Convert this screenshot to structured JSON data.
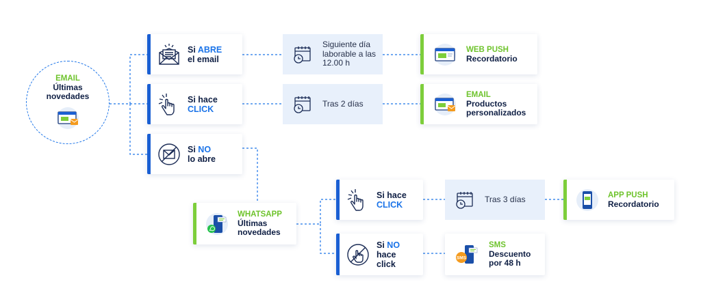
{
  "start": {
    "label": "EMAIL",
    "title": "Últimas novedades"
  },
  "branches": {
    "opens": {
      "prefix": "Si",
      "keyword": "ABRE",
      "suffix": "el email"
    },
    "clicks": {
      "prefix": "Si hace",
      "keyword": "CLICK"
    },
    "not_opens": {
      "prefix": "Si",
      "keyword": "NO",
      "suffix": "lo abre"
    }
  },
  "waits": {
    "next_day": "Siguiente día laborable a las 12.00 h",
    "two_days": "Tras 2 días",
    "three_days": "Tras 3 días"
  },
  "actions": {
    "web_push": {
      "label": "WEB PUSH",
      "text": "Recordatorio"
    },
    "email_products": {
      "label": "EMAIL",
      "text": "Productos personalizados"
    },
    "app_push": {
      "label": "APP PUSH",
      "text": "Recordatorio"
    },
    "sms": {
      "label": "SMS",
      "text": "Descuento por 48 h"
    }
  },
  "whatsapp": {
    "label": "WHATSAPP",
    "title": "Últimas novedades"
  },
  "wa_branches": {
    "clicks": {
      "prefix": "Si hace",
      "keyword": "CLICK"
    },
    "not_clicks": {
      "prefix": "Si",
      "keyword": "NO",
      "suffix": "hace click"
    }
  },
  "icons": {
    "sms_badge": "SMS"
  },
  "colors": {
    "accent_blue": "#1a73e8",
    "accent_green": "#7dce3b",
    "wait_bg": "#e8f0fb",
    "text_dark": "#0f1f44"
  }
}
